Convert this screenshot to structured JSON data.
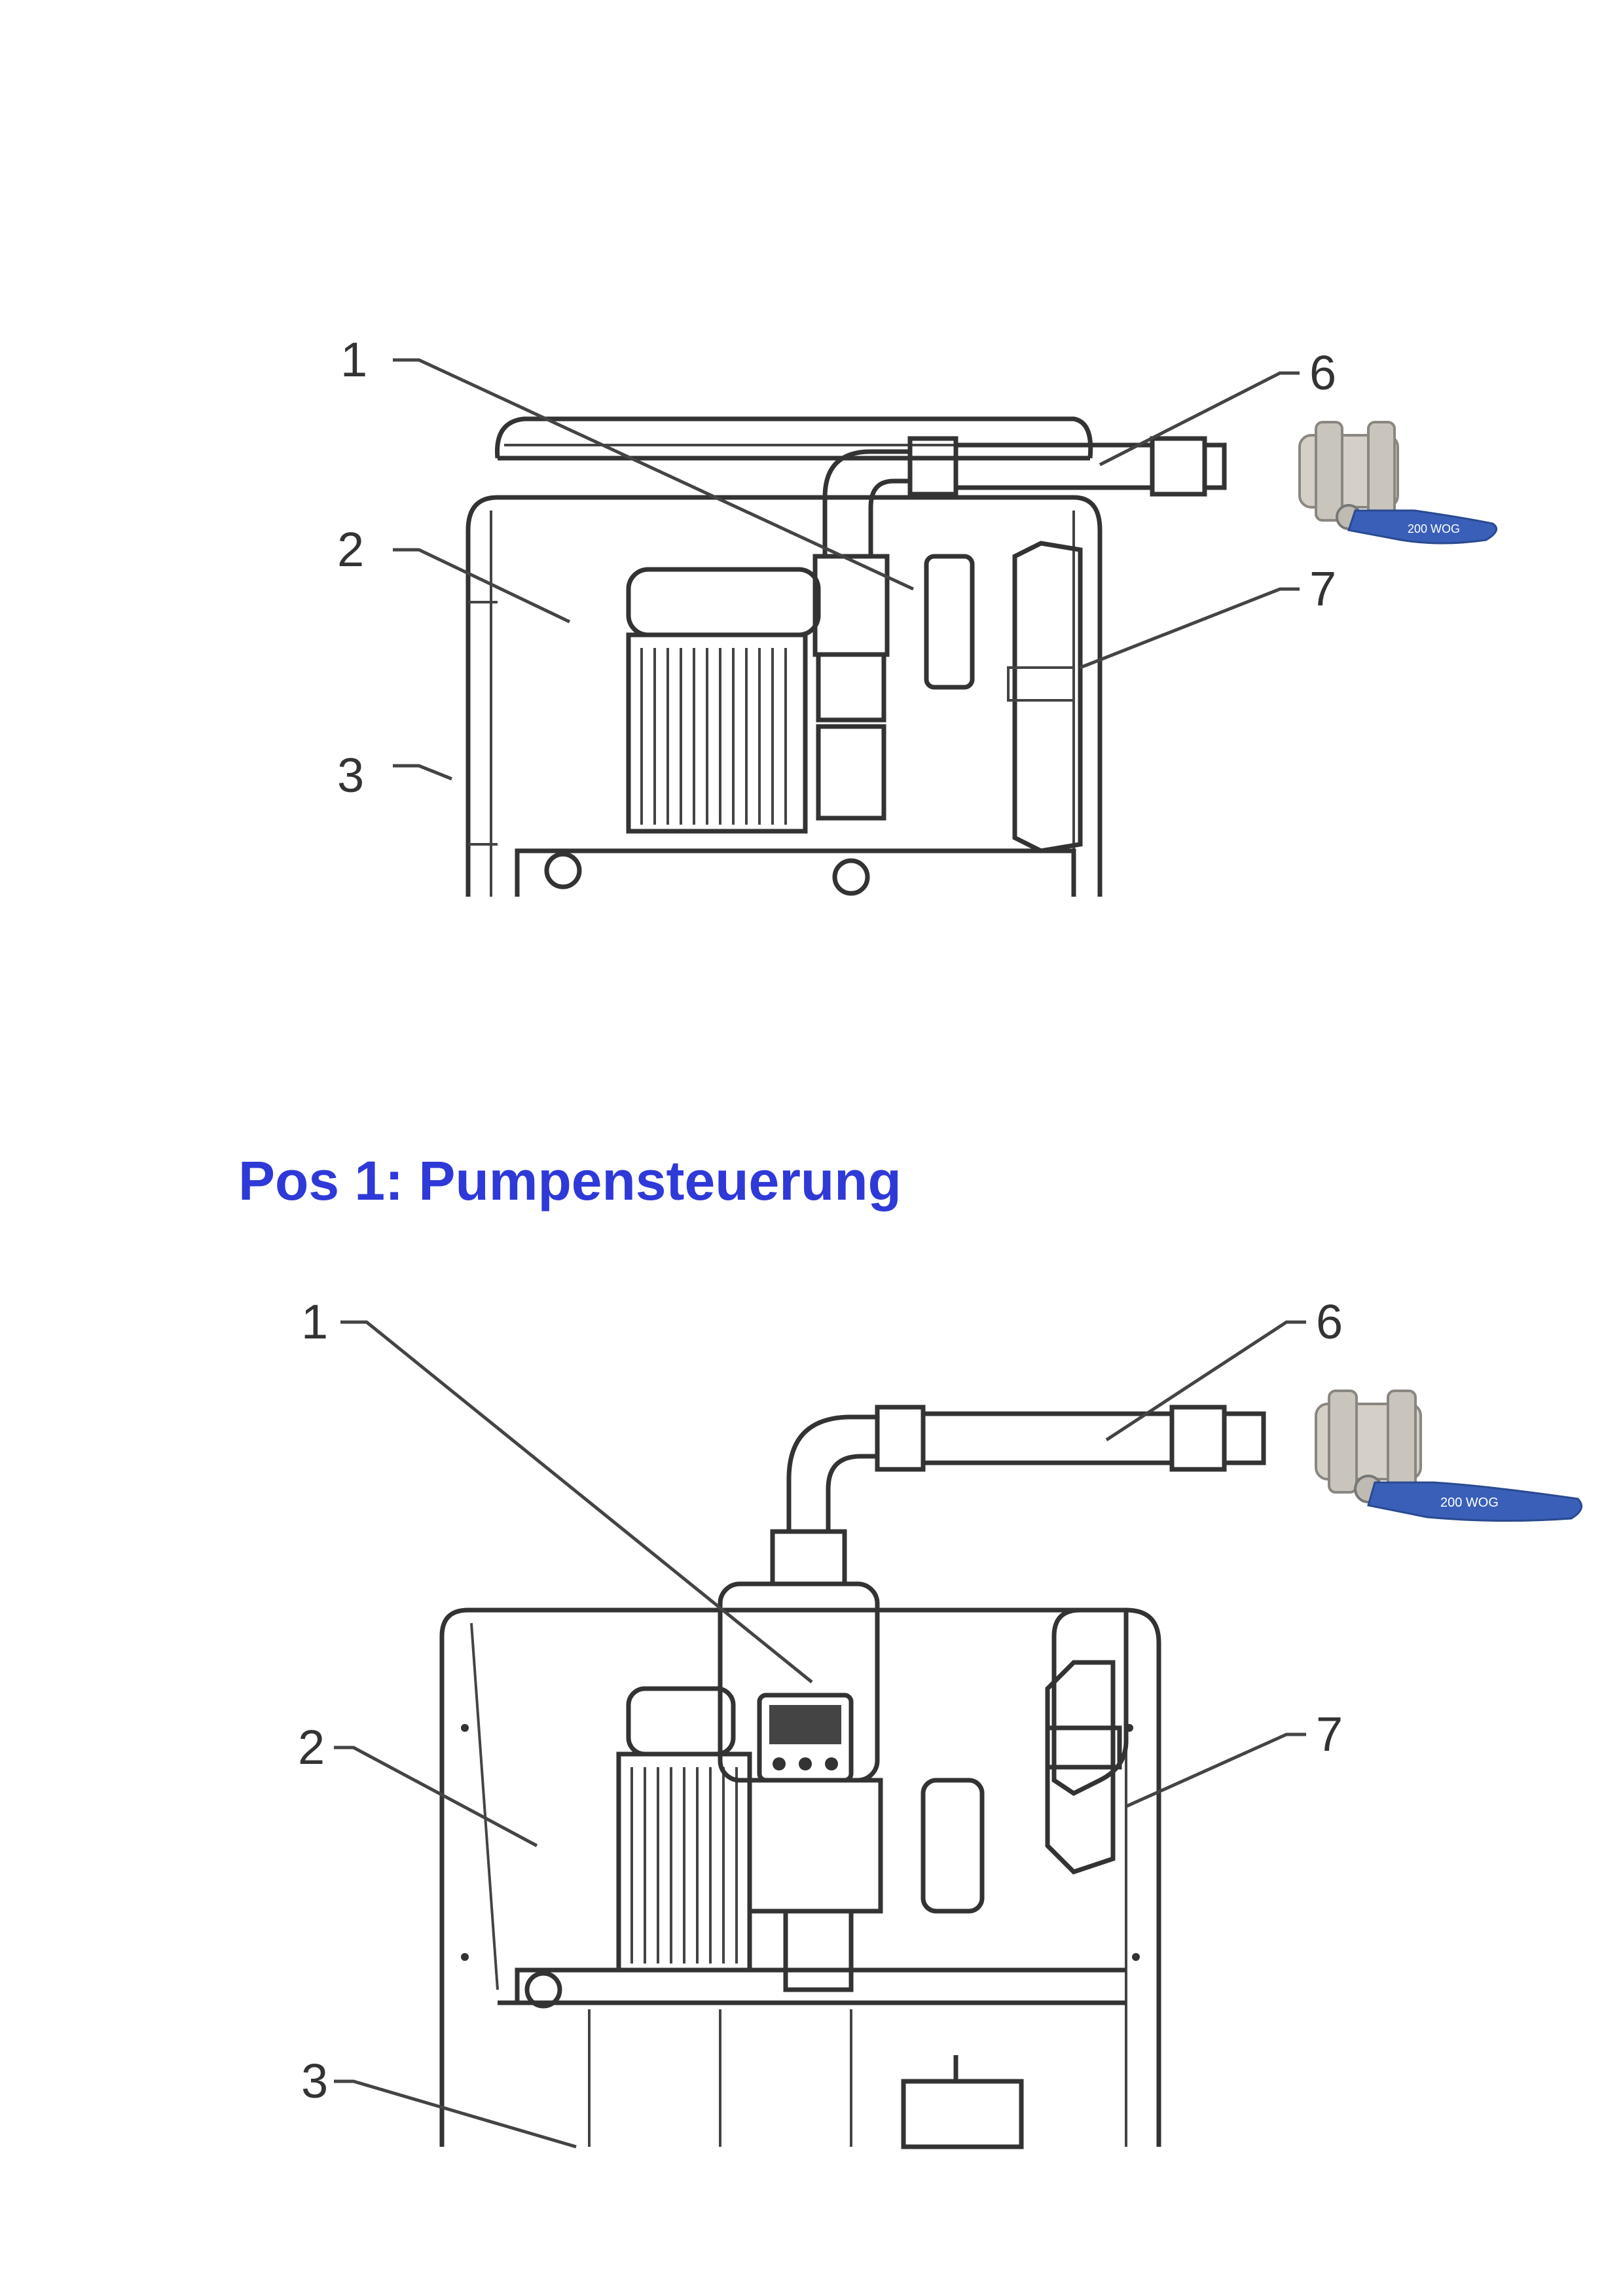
{
  "heading": "Pos 1: Pumpensteuerung",
  "diagram_top": {
    "callouts": [
      "1",
      "2",
      "3",
      "6",
      "7"
    ]
  },
  "diagram_bottom": {
    "callouts": [
      "1",
      "2",
      "3",
      "6",
      "7"
    ]
  },
  "valve_handle_text": "200 WOG"
}
